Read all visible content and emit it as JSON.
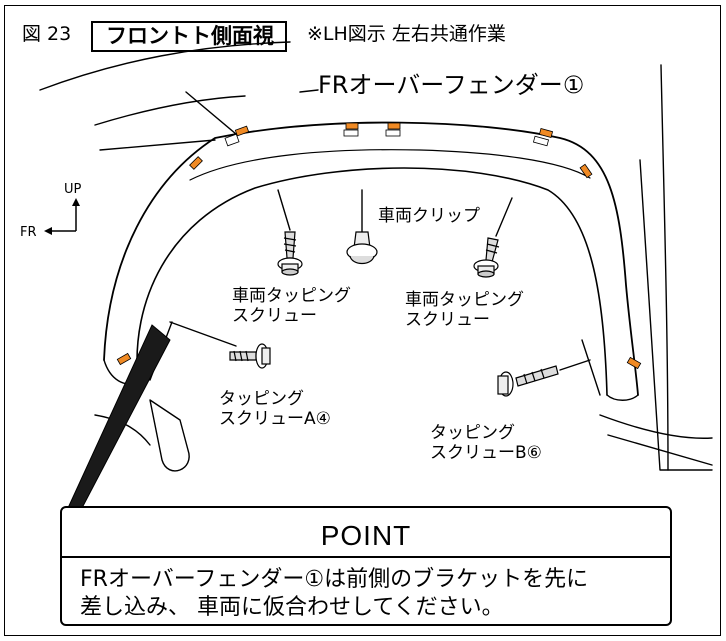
{
  "header": {
    "figure_number": "図 23",
    "view_name": "フロントト側面視",
    "note": "※LH図示 左右共通作業"
  },
  "diagram": {
    "part_label": "FRオーバーフェンダー①",
    "direction": {
      "up": "UP",
      "front": "FR"
    },
    "callouts": {
      "clip": "車両クリップ",
      "tapping_left": [
        "車両タッピング",
        "スクリュー"
      ],
      "tapping_right": [
        "車両タッピング",
        "スクリュー"
      ],
      "screw_a": [
        "タッピング",
        "スクリューA④"
      ],
      "screw_b": [
        "タッピング",
        "スクリューB⑥"
      ]
    },
    "colors": {
      "tape": "#f08a24",
      "line": "#000000",
      "callout_fill": "#1a1a1a"
    }
  },
  "point": {
    "title": "POINT",
    "lines": [
      "FRオーバーフェンダー①は前側のブラケットを先に",
      "差し込み、 車両に仮合わせしてください。"
    ]
  }
}
